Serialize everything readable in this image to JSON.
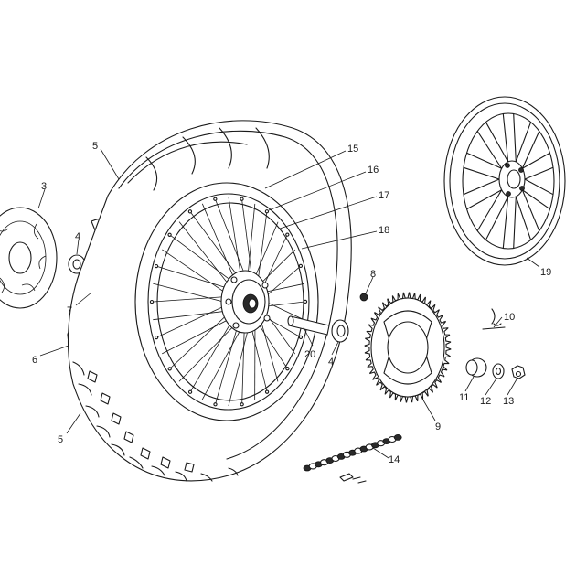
{
  "colors": {
    "line": "#1a1a1a",
    "background": "#ffffff"
  },
  "callouts": {
    "rear_tyre_upper": "5",
    "rear_tyre_lower": "5",
    "brake_disc": "3",
    "spacer_left": "4",
    "spacer_right": "4",
    "rim_tape_upper": "7",
    "rim_tape_lower": "6",
    "sprocket_screw": "8",
    "sprocket": "9",
    "cotter_pin": "10",
    "spacer_11": "11",
    "washer": "12",
    "nut": "13",
    "chain": "14",
    "spoke": "15",
    "nipple": "16",
    "hub": "17",
    "rim": "18",
    "alloy_wheel": "19",
    "wheel_spindle": "20"
  }
}
